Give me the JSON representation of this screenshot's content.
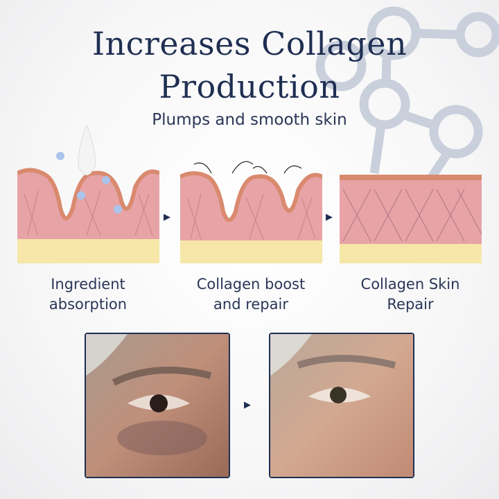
{
  "title": {
    "line1": "Increases Collagen",
    "line2": "Production"
  },
  "subtitle": "Plumps and smooth skin",
  "steps": [
    {
      "label_line1": "Ingredient",
      "label_line2": "absorption"
    },
    {
      "label_line1": "Collagen boost",
      "label_line2": "and repair"
    },
    {
      "label_line1": "Collagen Skin",
      "label_line2": "Repair"
    }
  ],
  "arrow_glyph": "▶",
  "colors": {
    "navy": "#1f2f52",
    "skin_pink": "#e7a3a6",
    "fat_yellow": "#f6e7a8",
    "molecule": "#c9d0dc"
  }
}
